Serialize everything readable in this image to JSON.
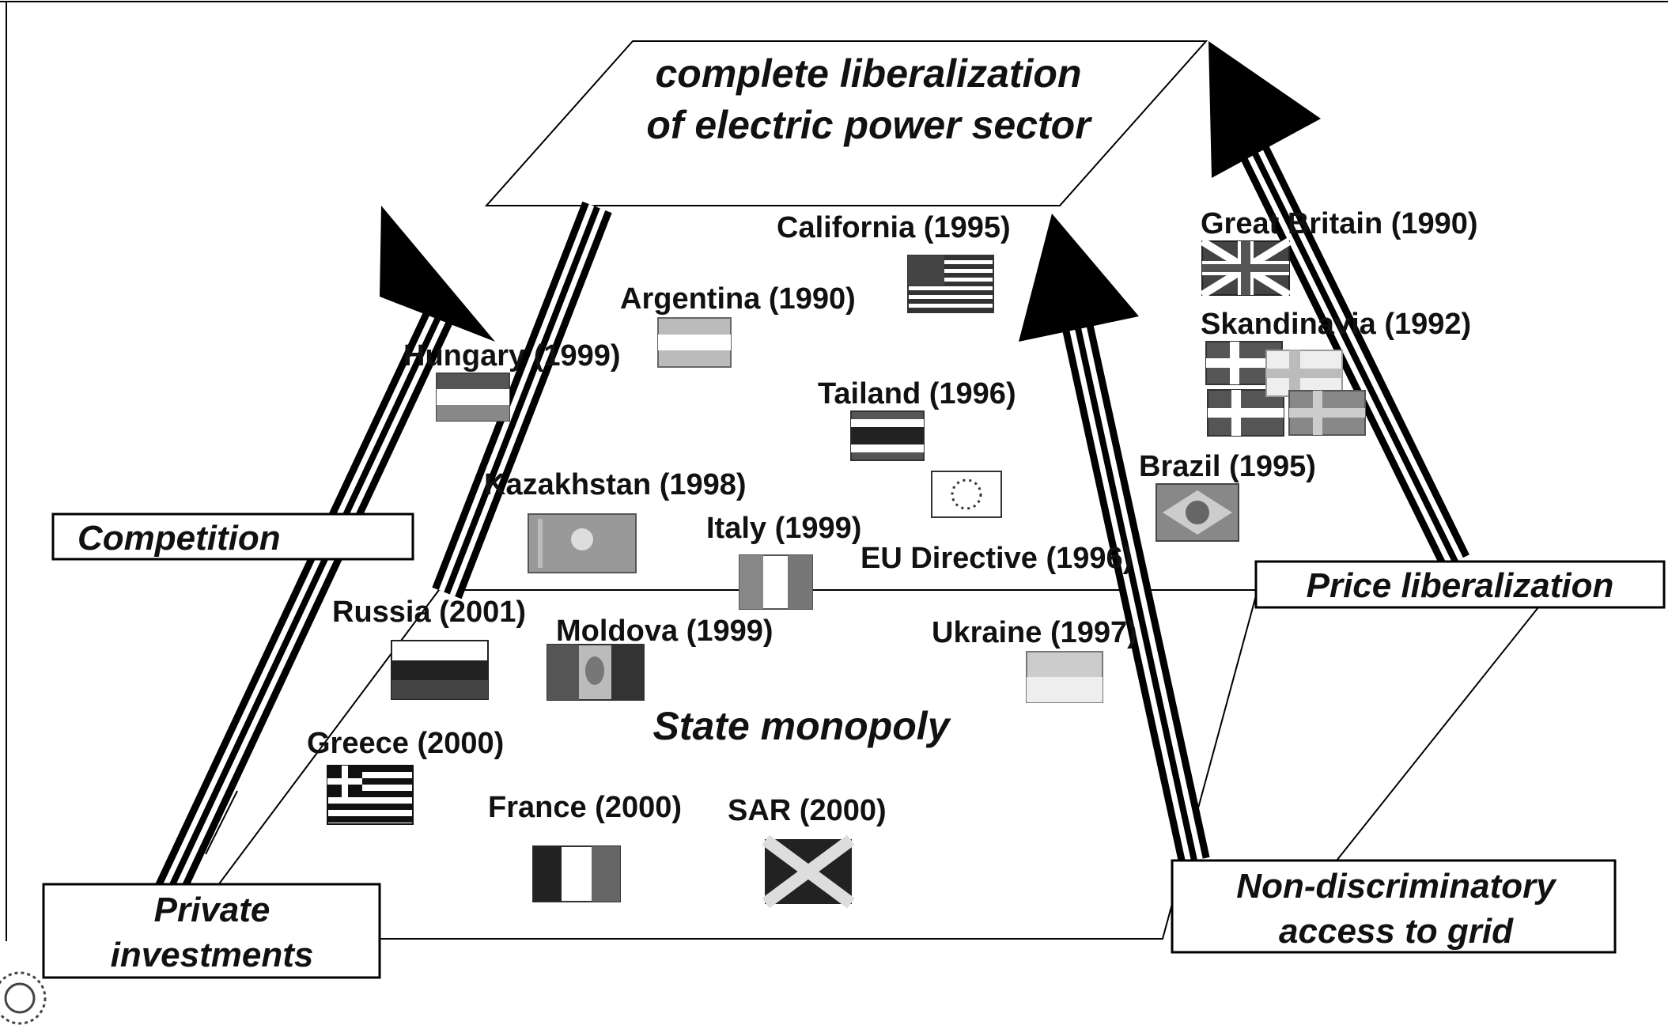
{
  "diagram": {
    "top_label_line1": "complete liberalization",
    "top_label_line2": "of electric power sector",
    "center_label": "State monopoly",
    "box_competition": "Competition",
    "box_private_line1": "Private",
    "box_private_line2": "investments",
    "box_price": "Price liberalization",
    "box_access_line1": "Non-discriminatory",
    "box_access_line2": "access to grid"
  },
  "countries": [
    {
      "label": "California (1995)"
    },
    {
      "label": "Argentina (1990)"
    },
    {
      "label": "Hungary (1999)"
    },
    {
      "label": "Tailand (1996)"
    },
    {
      "label": "Kazakhstan (1998)"
    },
    {
      "label": "Italy (1999)"
    },
    {
      "label": "EU Directive (1996)"
    },
    {
      "label": "Russia (2001)"
    },
    {
      "label": "Moldova (1999)"
    },
    {
      "label": "Ukraine (1997)"
    },
    {
      "label": "Greece (2000)"
    },
    {
      "label": "France (2000)"
    },
    {
      "label": "SAR (2000)"
    },
    {
      "label": "Great Britain (1990)"
    },
    {
      "label": "Skandinavia (1992)"
    },
    {
      "label": "Brazil (1995)"
    }
  ]
}
